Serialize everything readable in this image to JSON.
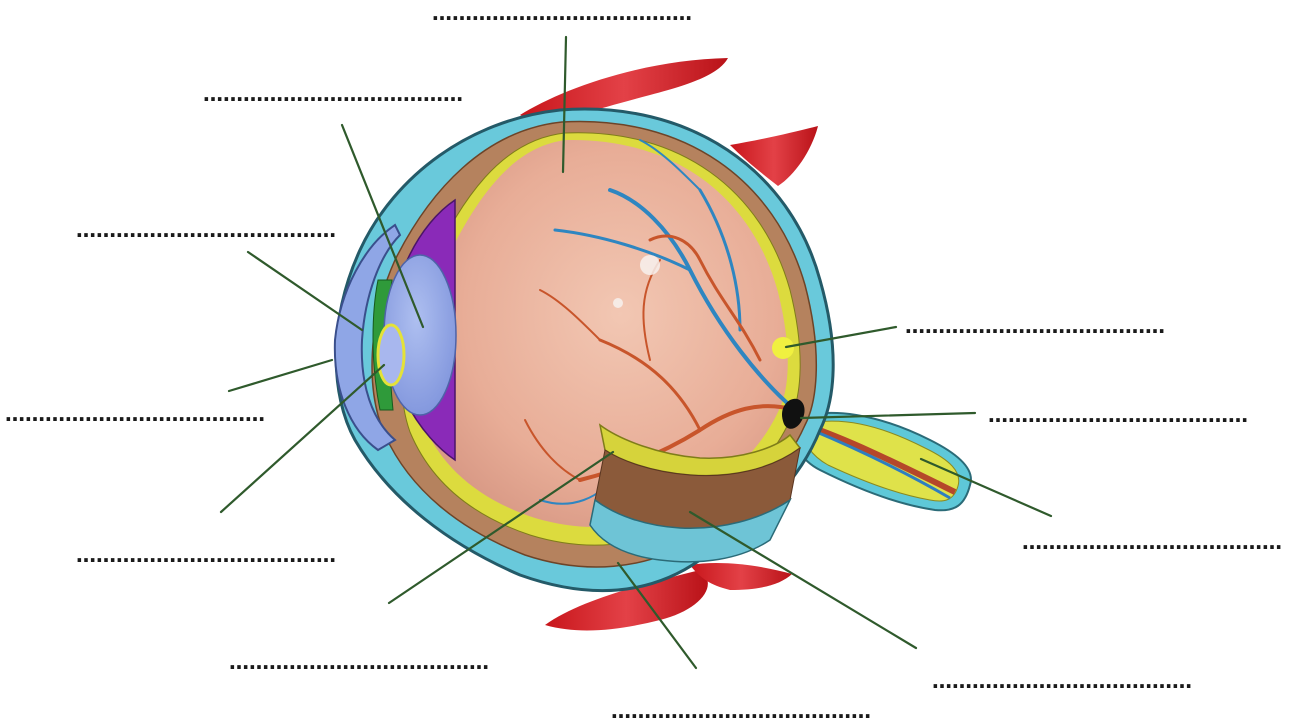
{
  "blank_labels": [
    {
      "id": "top",
      "text": "…………………………………"
    },
    {
      "id": "upper-left",
      "text": "…………………………………"
    },
    {
      "id": "left-1",
      "text": "…………………………………"
    },
    {
      "id": "left-2",
      "text": "…………………………………"
    },
    {
      "id": "left-3",
      "text": "…………………………………"
    },
    {
      "id": "bottom-left",
      "text": "…………………………………"
    },
    {
      "id": "bottom-center",
      "text": "…………………………………"
    },
    {
      "id": "bottom-right",
      "text": "…………………………………"
    },
    {
      "id": "right-1",
      "text": "…………………………………"
    },
    {
      "id": "right-2",
      "text": "…………………………………"
    },
    {
      "id": "right-3",
      "text": "…………………………………"
    }
  ]
}
